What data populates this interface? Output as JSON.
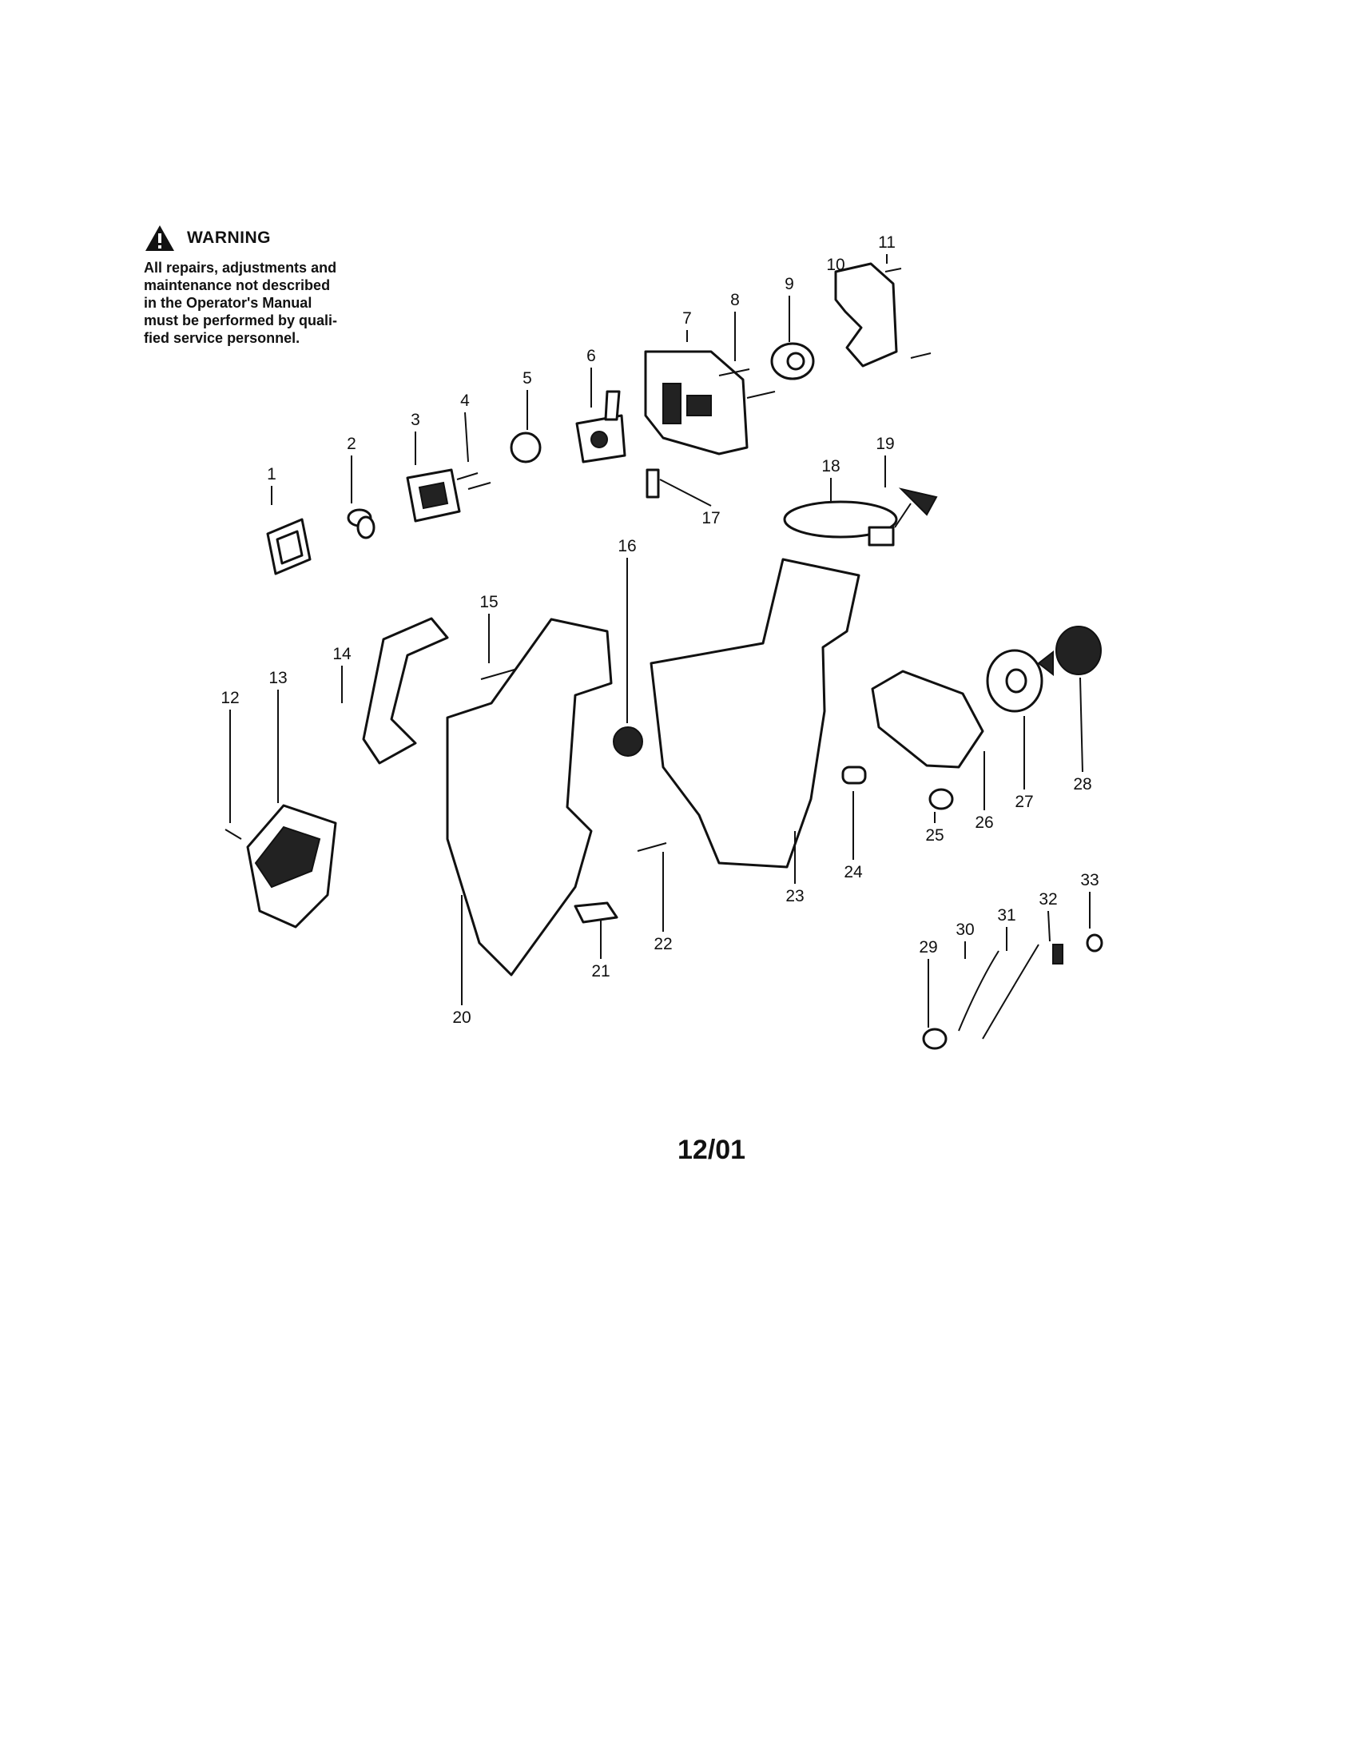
{
  "warning": {
    "title": "WARNING",
    "lines": [
      "All repairs, adjustments and",
      "maintenance not described",
      "in the Operator's Manual",
      "must be performed by quali-",
      "fied service personnel."
    ]
  },
  "footer_code": "12/01",
  "part_labels": [
    "1",
    "2",
    "3",
    "4",
    "5",
    "6",
    "7",
    "8",
    "9",
    "10",
    "11",
    "12",
    "13",
    "14",
    "15",
    "16",
    "17",
    "18",
    "19",
    "20",
    "21",
    "22",
    "23",
    "24",
    "25",
    "26",
    "27",
    "28",
    "29",
    "30",
    "31",
    "32",
    "33"
  ],
  "icons": {
    "warning": "warning-triangle-icon"
  }
}
